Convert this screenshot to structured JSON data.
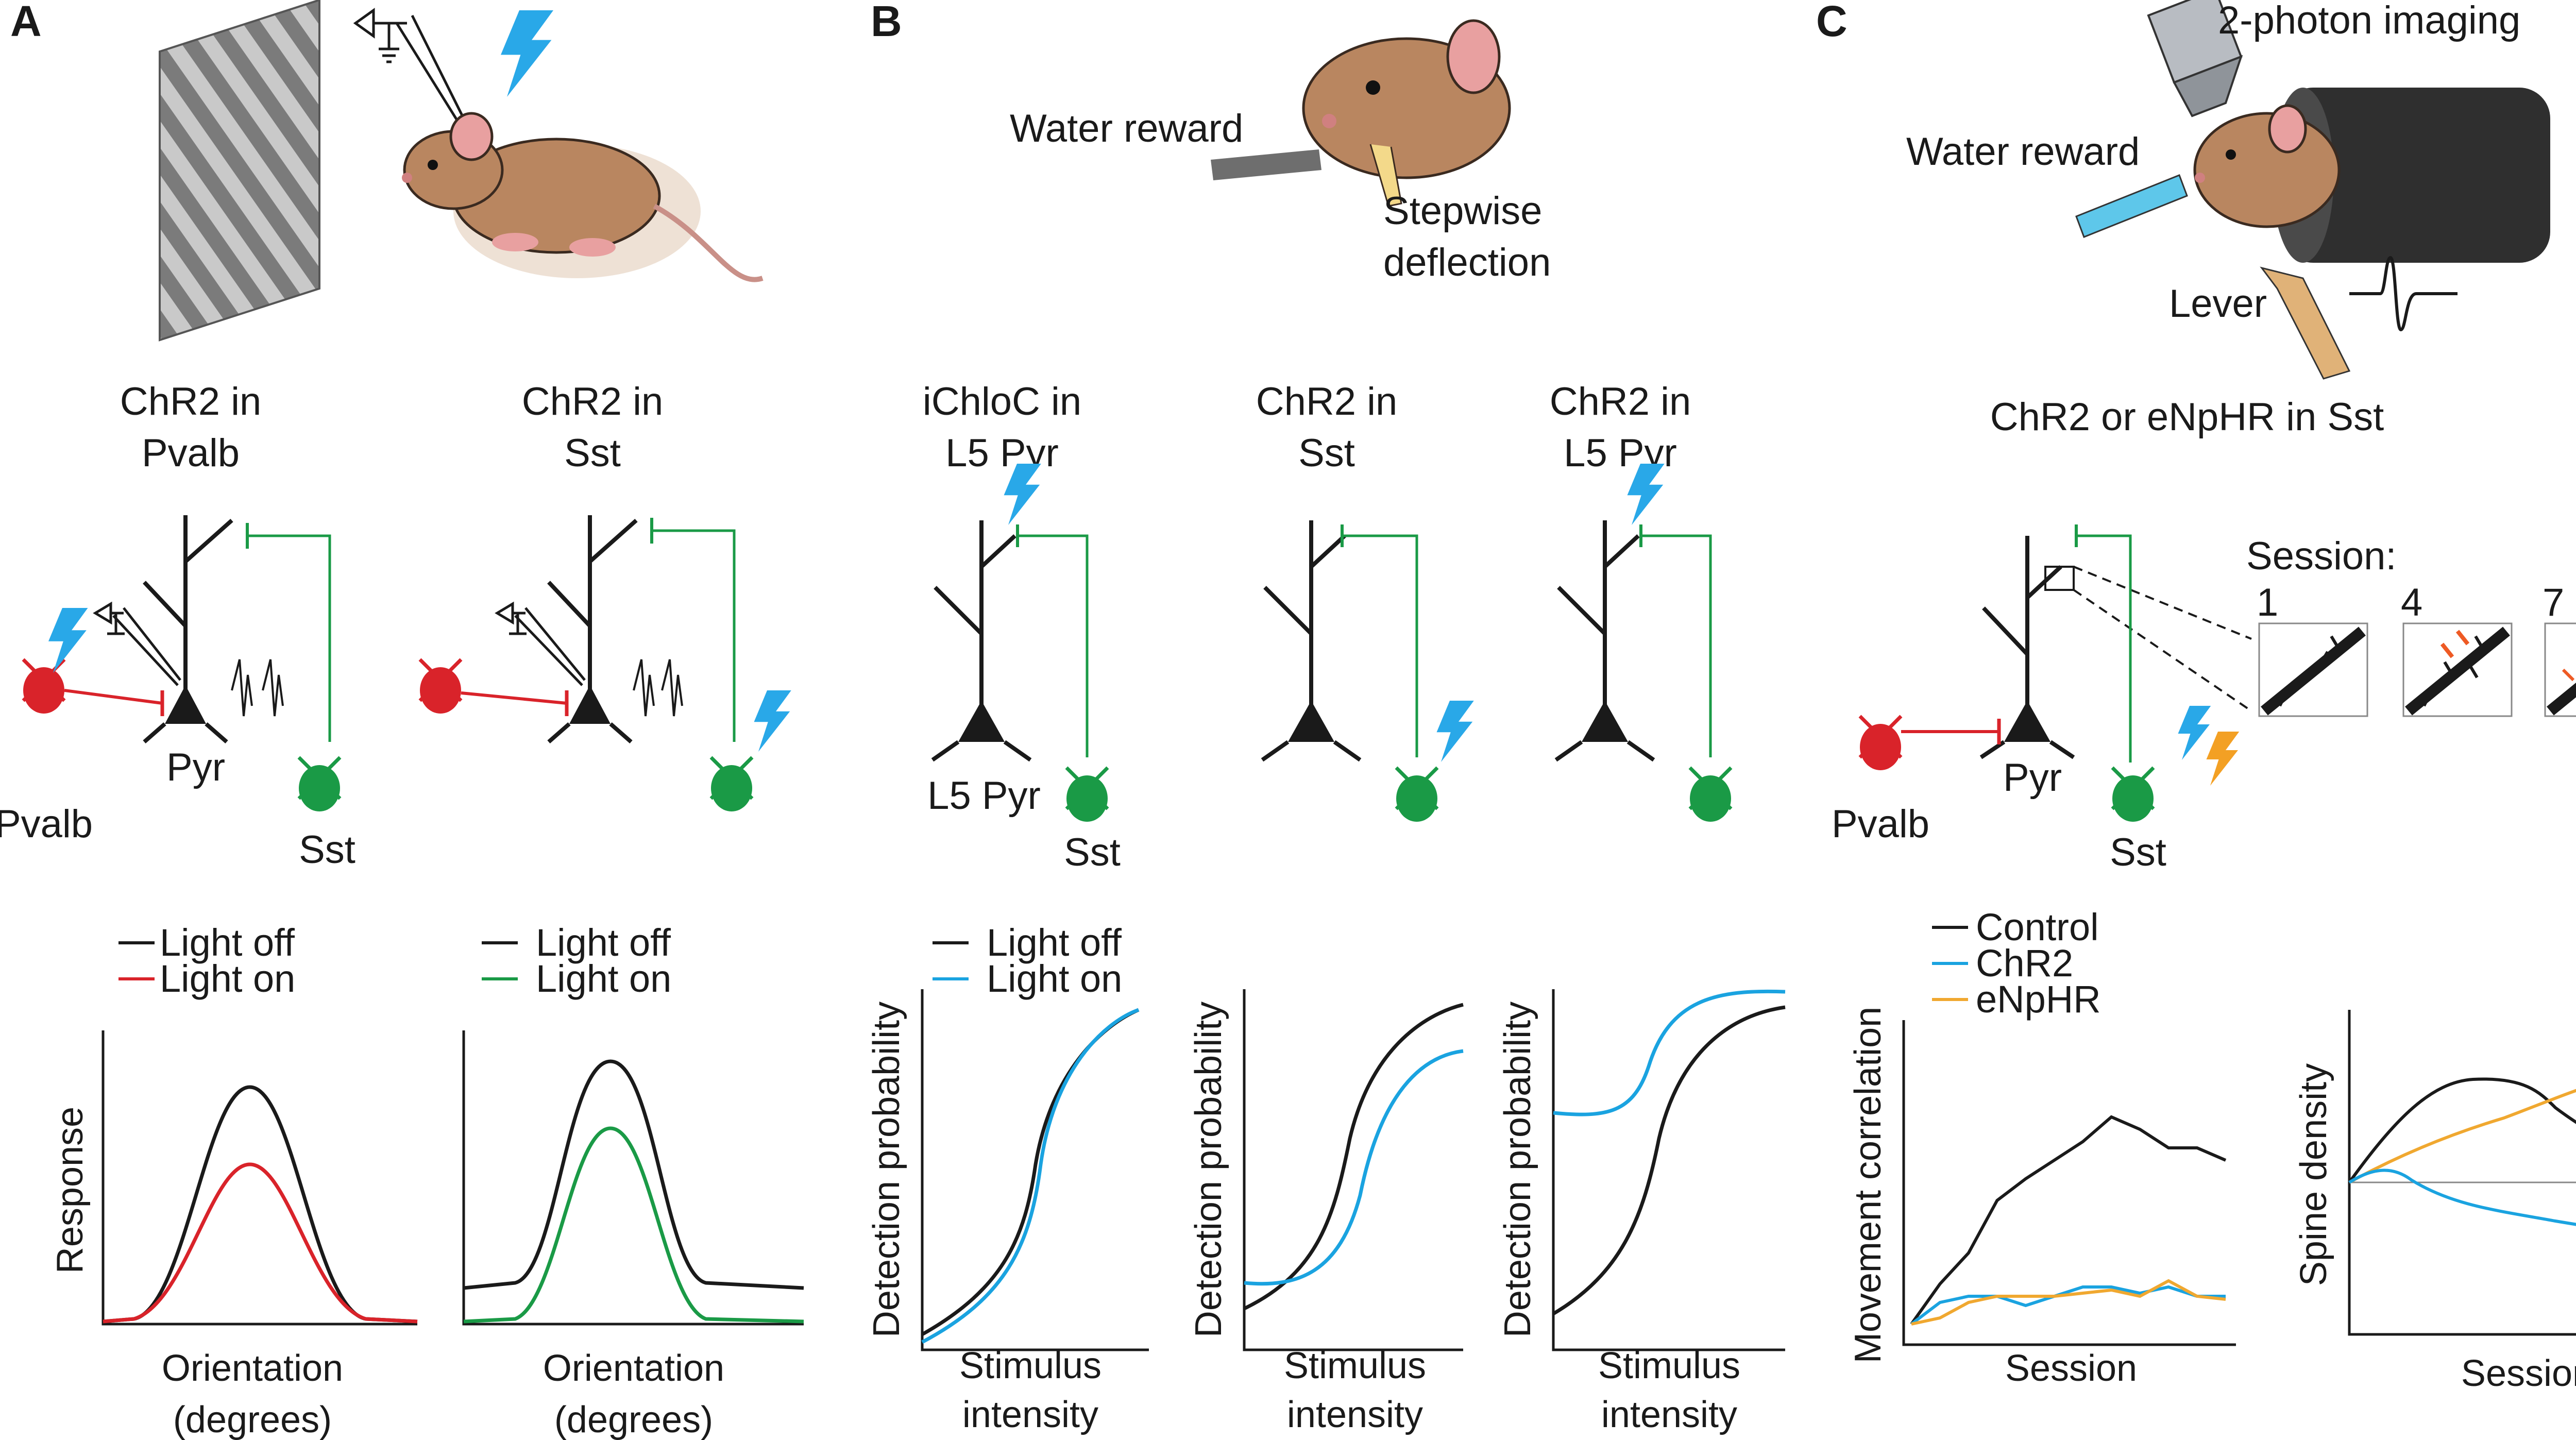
{
  "panels": {
    "a": {
      "letter": "A",
      "groups": [
        {
          "title_line1": "ChR2 in",
          "title_line2": "Pvalb"
        },
        {
          "title_line1": "ChR2 in",
          "title_line2": "Sst"
        }
      ],
      "cells": {
        "pvalb": "Pvalb",
        "pyr": "Pyr",
        "sst": "Sst"
      },
      "legends": [
        {
          "off": "Light off",
          "on": "Light on"
        },
        {
          "off": "Light off",
          "on": "Light on"
        }
      ],
      "ylabel": "Response",
      "xlabel_line1": "Orientation",
      "xlabel_line2": "(degrees)"
    },
    "b": {
      "letter": "B",
      "water_reward": "Water reward",
      "stepwise_line1": "Stepwise",
      "stepwise_line2": "deflection",
      "groups": [
        {
          "title_line1": "iChloC in",
          "title_line2": "L5 Pyr"
        },
        {
          "title_line1": "ChR2 in",
          "title_line2": "Sst"
        },
        {
          "title_line1": "ChR2 in",
          "title_line2": "L5 Pyr"
        }
      ],
      "cells": {
        "l5pyr": "L5 Pyr",
        "sst": "Sst"
      },
      "legend": {
        "off": "Light off",
        "on": "Light on"
      },
      "ylabel": "Detection probability",
      "xlabel_line1": "Stimulus",
      "xlabel_line2": "intensity"
    },
    "c": {
      "letter": "C",
      "imaging": "2-photon imaging",
      "water_reward": "Water reward",
      "lever": "Lever",
      "title": "ChR2 or eNpHR in Sst",
      "session_label": "Session:",
      "session_numbers": [
        "1",
        "4",
        "7"
      ],
      "cells": {
        "pvalb": "Pvalb",
        "pyr": "Pyr",
        "sst": "Sst"
      },
      "legend": [
        "Control",
        "ChR2",
        "eNpHR"
      ],
      "ylabel_left": "Movement correlation",
      "ylabel_right": "Spine density",
      "xlabel": "Session"
    }
  },
  "colors": {
    "black": "#1a1a1a",
    "red": "#d9232a",
    "green": "#1a9a46",
    "blue": "#1aa3e0",
    "orange": "#f0a830",
    "bolt_blue": "#29a8e8",
    "bolt_orange": "#f3a024",
    "mouse": "#b98660"
  },
  "icons": [
    "lightning-bolt-icon",
    "recording-electrode-icon",
    "mouse-illustration",
    "objective-lens-icon"
  ],
  "chart_data": [
    {
      "type": "line",
      "panel": "A",
      "series": [
        {
          "name": "Light off",
          "peak": 0.74,
          "baseline": 0.02
        },
        {
          "name": "Light on",
          "peak": 0.52,
          "baseline": 0.02
        }
      ]
    },
    {
      "type": "line",
      "panel": "A",
      "series": [
        {
          "name": "Light off",
          "peak": 0.85,
          "baseline": 0.1
        },
        {
          "name": "Light on",
          "peak": 0.68,
          "baseline": 0.02
        }
      ]
    },
    {
      "type": "line",
      "panel": "B",
      "series": [
        {
          "name": "Light off",
          "range": [
            0.05,
            0.95
          ]
        },
        {
          "name": "Light on",
          "range": [
            0.03,
            0.95
          ]
        }
      ]
    },
    {
      "type": "line",
      "panel": "B",
      "series": [
        {
          "name": "Light off",
          "range": [
            0.1,
            0.92
          ]
        },
        {
          "name": "Light on",
          "range": [
            0.15,
            0.78
          ]
        }
      ]
    },
    {
      "type": "line",
      "panel": "B",
      "series": [
        {
          "name": "Light off",
          "range": [
            0.05,
            0.92
          ]
        },
        {
          "name": "Light on",
          "range": [
            0.62,
            0.97
          ]
        }
      ]
    },
    {
      "type": "line",
      "panel": "C",
      "x": [
        1,
        2,
        3,
        4,
        5,
        6,
        7,
        8,
        9,
        10,
        11,
        12
      ],
      "series": [
        {
          "name": "Control",
          "values": [
            0.05,
            0.18,
            0.28,
            0.45,
            0.52,
            0.58,
            0.64,
            0.72,
            0.68,
            0.62,
            0.62,
            0.58
          ]
        },
        {
          "name": "ChR2",
          "values": [
            0.05,
            0.12,
            0.14,
            0.14,
            0.11,
            0.14,
            0.17,
            0.17,
            0.15,
            0.17,
            0.14,
            0.14
          ]
        },
        {
          "name": "eNpHR",
          "values": [
            0.05,
            0.07,
            0.12,
            0.14,
            0.14,
            0.14,
            0.15,
            0.16,
            0.14,
            0.19,
            0.14,
            0.13
          ]
        }
      ]
    },
    {
      "type": "line",
      "panel": "C",
      "series": [
        {
          "name": "Control"
        },
        {
          "name": "ChR2"
        },
        {
          "name": "eNpHR"
        }
      ]
    }
  ]
}
